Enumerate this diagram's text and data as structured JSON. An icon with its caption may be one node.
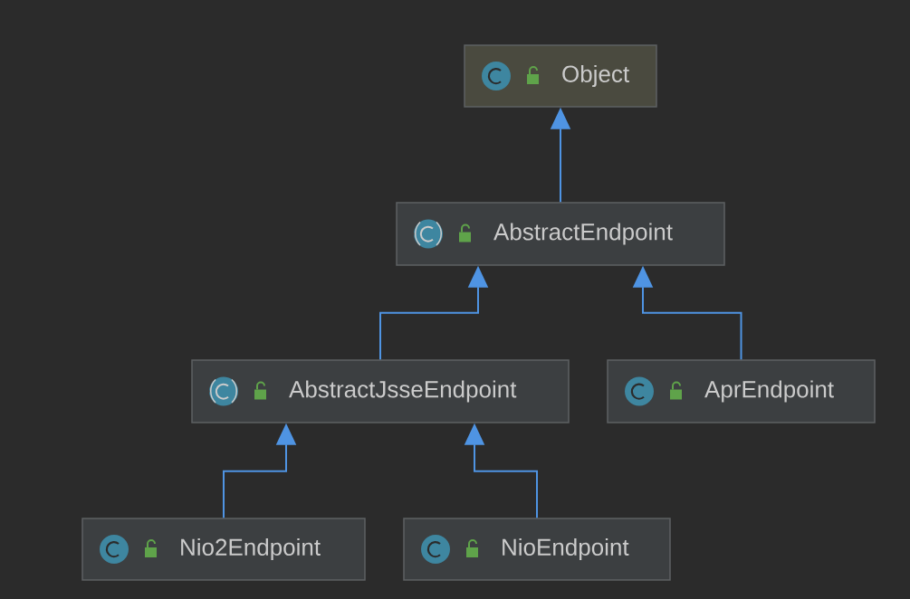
{
  "diagram": {
    "nodes": [
      {
        "text": [
          "Object"
        ]
      },
      {
        "text": [
          "AbstractEndpoint"
        ]
      },
      {
        "text": [
          "AbstractJsseEndpoint"
        ]
      },
      {
        "text": [
          "AprEndpoint"
        ]
      },
      {
        "text": [
          "Nio2Endpoint"
        ]
      },
      {
        "text": [
          "NioEndpoint"
        ]
      }
    ],
    "edges": [
      {
        "from": 1,
        "to": 0,
        "arrow": "to"
      },
      {
        "from": 2,
        "to": 1,
        "arrow": "to"
      },
      {
        "from": 3,
        "to": 1,
        "arrow": "to"
      },
      {
        "from": 4,
        "to": 2,
        "arrow": "to"
      },
      {
        "from": 5,
        "to": 2,
        "arrow": "to"
      }
    ]
  }
}
